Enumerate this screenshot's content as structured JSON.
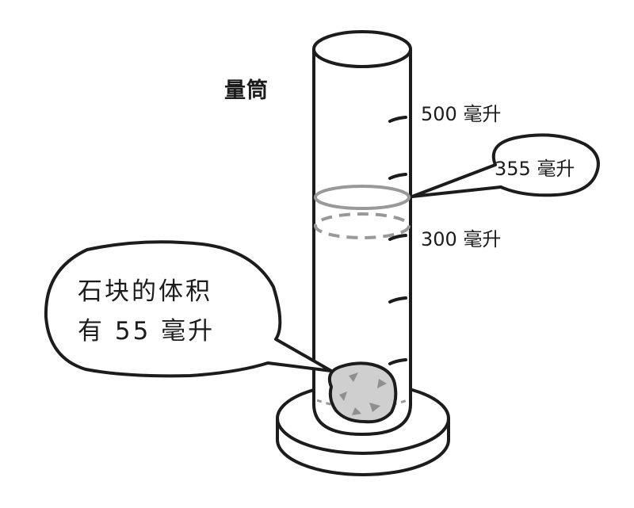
{
  "title": "量筒",
  "scale": {
    "mark_500": "500 毫升",
    "mark_300": "300 毫升"
  },
  "water_level_label": "355 毫升",
  "rock_note": {
    "line1": "石块的体积",
    "line2": "有 55 毫升"
  },
  "colors": {
    "outline": "#1c1c1c",
    "water_line": "#999999",
    "rock_fill": "#cfcfcf",
    "rock_shade": "#8f8f8f",
    "background": "#ffffff"
  }
}
